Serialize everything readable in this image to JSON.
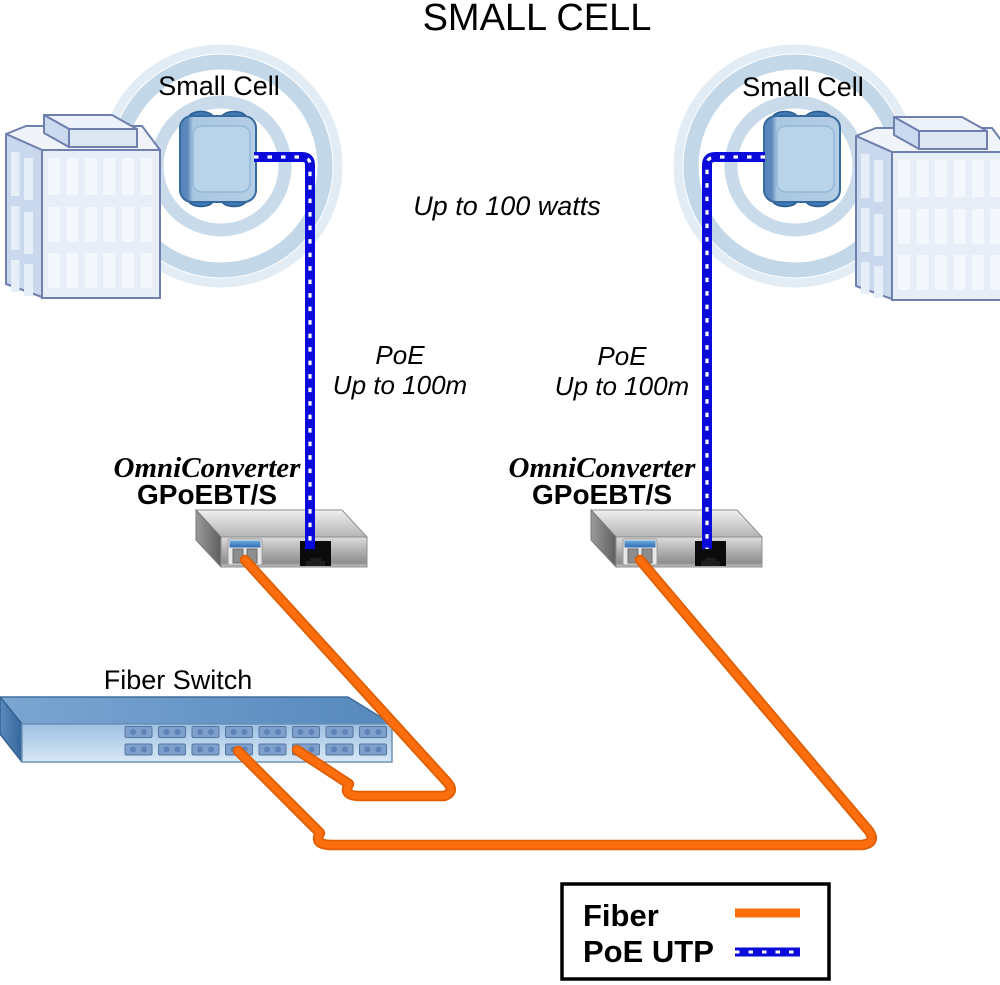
{
  "title": "SMALL CELL",
  "nodes": {
    "small_cell_left_label": "Small Cell",
    "small_cell_right_label": "Small Cell",
    "converter_left_brand": "OmniConverter",
    "converter_left_model": "GPoEBT/S",
    "converter_right_brand": "OmniConverter",
    "converter_right_model": "GPoEBT/S",
    "fiber_switch_label": "Fiber Switch"
  },
  "annotations": {
    "watts": "Up to 100 watts",
    "poe_left_line1": "PoE",
    "poe_left_line2": "Up to 100m",
    "poe_right_line1": "PoE",
    "poe_right_line2": "Up to 100m"
  },
  "legend": {
    "items": [
      {
        "label": "Fiber",
        "line_style": "solid",
        "color": "#FB6D0D"
      },
      {
        "label": "PoE UTP",
        "line_style": "dashed",
        "color": "#0A0ADA"
      }
    ]
  },
  "colors": {
    "fiber_cable_orange": "#FB6D0D",
    "poe_cable_blue": "#0A0ADA",
    "ring_blue": "#C2D7E8",
    "building_face": "#E8EEF7",
    "switch_blue_top": "#6495C5",
    "switch_blue_front": "#B7D2EC",
    "converter_gray": "#B9B9B9",
    "text_black": "#000000"
  }
}
